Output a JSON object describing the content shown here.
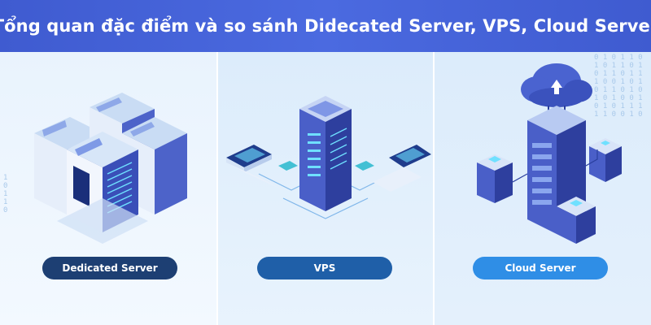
{
  "header": {
    "title": "Tổng quan đặc điểm và so sánh Didecated Server, VPS, Cloud Server"
  },
  "panels": [
    {
      "label": "Dedicated Server"
    },
    {
      "label": "VPS"
    },
    {
      "label": "Cloud Server"
    }
  ],
  "colors": {
    "header_bg": "#4b6ae0",
    "pill_dedicated": "#1d3f73",
    "pill_vps": "#1f5fa8",
    "pill_cloud": "#2f8ee6"
  }
}
